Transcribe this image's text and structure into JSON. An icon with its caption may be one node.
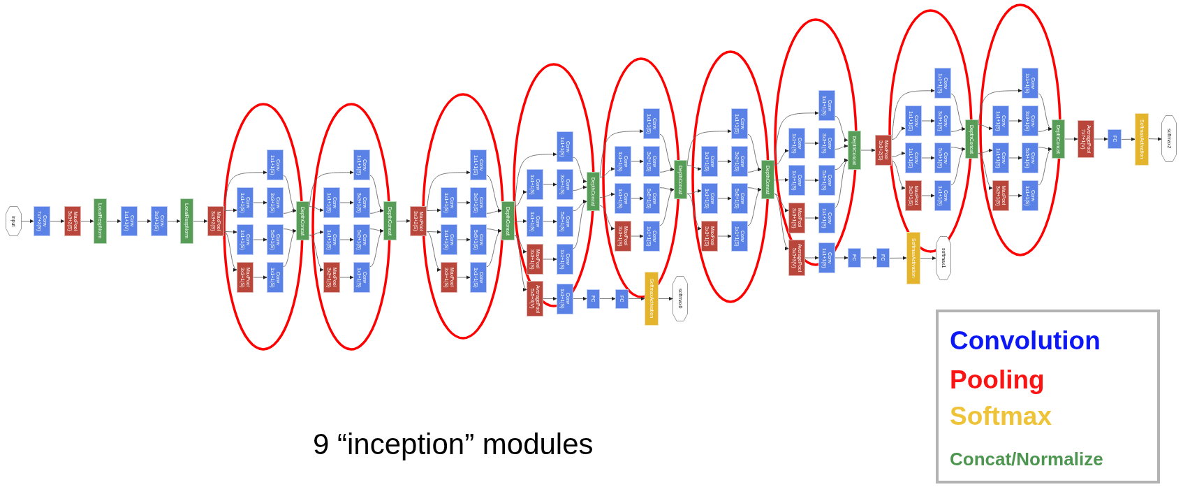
{
  "diagram": {
    "caption": "9 “inception” modules",
    "nodes": [
      {
        "text": [
          "input"
        ]
      },
      {
        "text": [
          "Conv 7x7+2(S)"
        ]
      },
      {
        "text": [
          "MaxPool 3x3+2(S)"
        ]
      },
      {
        "text": [
          "LocalRespNorm"
        ]
      },
      {
        "text": [
          "Conv 1x1+1(V)"
        ]
      },
      {
        "text": [
          "Conv 3x3+1(S)"
        ]
      },
      {
        "text": [
          "LocalRespNorm"
        ]
      },
      {
        "text": [
          "MaxPool 3x3+2(S)"
        ]
      },
      {
        "text": [],
        "shape": "ellipse"
      },
      {
        "text": [
          "Conv 1x1+1(S)"
        ],
        "in": 8
      },
      {
        "text": [
          "Conv 1x1+1(S)"
        ],
        "in": 8
      },
      {
        "text": [
          "Conv 3x3+1(S)"
        ],
        "in": 8
      },
      {
        "text": [
          "Conv 1x1+1(S)"
        ],
        "in": 8
      },
      {
        "text": [
          "Conv 5x5+1(S)"
        ],
        "in": 8
      },
      {
        "text": [
          "MaxPool 3x3+1(S)"
        ],
        "in": 8
      },
      {
        "text": [
          "Conv 1x1+1(S)"
        ],
        "in": 8
      },
      {
        "text": [
          "DepthConcat"
        ]
      },
      {
        "text": [],
        "shape": "ellipse"
      },
      {
        "text": [
          "Conv 1x1+1(S)"
        ],
        "in": 17
      },
      {
        "text": [
          "Conv 1x1+1(S)"
        ],
        "in": 17
      },
      {
        "text": [
          "Conv 3x3+1(S)"
        ],
        "in": 17
      },
      {
        "text": [
          "Conv 1x1+1(S)"
        ],
        "in": 17
      },
      {
        "text": [
          "Conv 5x5+1(S)"
        ],
        "in": 17
      },
      {
        "text": [
          "MaxPool 3x3+1(S)"
        ],
        "in": 17
      },
      {
        "text": [
          "Conv 1x1+1(S)"
        ],
        "in": 17
      },
      {
        "text": [
          "DepthConcat"
        ]
      },
      {
        "text": [
          "MaxPool 3x3+2(S)"
        ]
      },
      {
        "text": [],
        "shape": "ellipse"
      },
      {
        "text": [
          "Conv 1x1+1(S)"
        ],
        "in": 27
      },
      {
        "text": [
          "Conv 1x1+1(S)"
        ],
        "in": 27
      },
      {
        "text": [
          "Conv 3x3+1(S)"
        ],
        "in": 27
      },
      {
        "text": [
          "Conv 1x1+1(S)"
        ],
        "in": 27
      },
      {
        "text": [
          "Conv 5x5+1(S)"
        ],
        "in": 27
      },
      {
        "text": [
          "MaxPool 3x3+1(S)"
        ],
        "in": 27
      },
      {
        "text": [
          "Conv 1x1+1(S)"
        ],
        "in": 27
      },
      {
        "text": [
          "DepthConcat"
        ]
      },
      {
        "text": [],
        "shape": "ellipse"
      },
      {
        "text": [
          "Conv 1x1+1(S)"
        ],
        "in": 36
      },
      {
        "text": [
          "Conv 1x1+1(S)"
        ],
        "in": 36
      },
      {
        "text": [
          "Conv 3x3+1(S)"
        ],
        "in": 36
      },
      {
        "text": [
          "Conv 1x1+1(S)"
        ],
        "in": 36
      },
      {
        "text": [
          "Conv 5x5+1(S)"
        ],
        "in": 36
      },
      {
        "text": [
          "MaxPool 3x3+1(S)"
        ],
        "in": 36
      },
      {
        "text": [
          "Conv 1x1+1(S)"
        ],
        "in": 36
      },
      {
        "text": [
          "DepthConcat"
        ]
      },
      {
        "text": [
          "AveragePool 5x5+3(V)"
        ]
      },
      {
        "text": [
          "Conv 1x1+1(S)"
        ]
      },
      {
        "text": [
          "FC"
        ]
      },
      {
        "text": [
          "FC"
        ]
      },
      {
        "text": [
          "SoftmaxActivation"
        ]
      },
      {
        "text": [
          "softmax0"
        ]
      },
      {
        "text": [],
        "shape": "ellipse"
      },
      {
        "text": [
          "Conv 1x1+1(S)"
        ],
        "in": 51
      },
      {
        "text": [
          "Conv 1x1+1(S)"
        ],
        "in": 51
      },
      {
        "text": [
          "Conv 3x3+1(S)"
        ],
        "in": 51
      },
      {
        "text": [
          "Conv 1x1+1(S)"
        ],
        "in": 51
      },
      {
        "text": [
          "Conv 5x5+1(S)"
        ],
        "in": 51
      },
      {
        "text": [
          "MaxPool 3x3+1(S)"
        ],
        "in": 51
      },
      {
        "text": [
          "Conv 1x1+1(S)"
        ],
        "in": 51
      },
      {
        "text": [
          "DepthConcat"
        ]
      },
      {
        "text": [],
        "shape": "ellipse"
      },
      {
        "text": [
          "Conv 1x1+1(S)"
        ],
        "in": 60
      },
      {
        "text": [
          "Conv 1x1+1(S)"
        ],
        "in": 60
      },
      {
        "text": [
          "Conv 3x3+1(S)"
        ],
        "in": 60
      },
      {
        "text": [
          "Conv 1x1+1(S)"
        ],
        "in": 60
      },
      {
        "text": [
          "Conv 5x5+1(S)"
        ],
        "in": 60
      },
      {
        "text": [
          "MaxPool 3x3+1(S)"
        ],
        "in": 60
      },
      {
        "text": [
          "Conv 1x1+1(S)"
        ],
        "in": 60
      },
      {
        "text": [
          "DepthConcat"
        ]
      },
      {
        "text": [],
        "shape": "ellipse"
      },
      {
        "text": [
          "Conv 1x1+1(S)"
        ],
        "in": 69
      },
      {
        "text": [
          "Conv 1x1+1(S)"
        ],
        "in": 69
      },
      {
        "text": [
          "Conv 3x3+1(S)"
        ],
        "in": 69
      },
      {
        "text": [
          "Conv 1x1+1(S)"
        ],
        "in": 69
      },
      {
        "text": [
          "Conv 5x5+1(S)"
        ],
        "in": 69
      },
      {
        "text": [
          "MaxPool 3x3+1(S)"
        ],
        "in": 69
      },
      {
        "text": [
          "Conv 1x1+1(S)"
        ],
        "in": 69
      },
      {
        "text": [
          "DepthConcat"
        ]
      },
      {
        "text": [
          "AveragePool 5x5+3(V)"
        ]
      },
      {
        "text": [
          "Conv 1x1+1(S)"
        ]
      },
      {
        "text": [
          "FC"
        ]
      },
      {
        "text": [
          "FC"
        ]
      },
      {
        "text": [
          "SoftmaxActivation"
        ]
      },
      {
        "text": [
          "softmax1"
        ]
      },
      {
        "text": [
          "MaxPool 3x3+2(S)"
        ]
      },
      {
        "text": [],
        "shape": "ellipse"
      },
      {
        "text": [
          "Conv 1x1+1(S)"
        ],
        "in": 85
      },
      {
        "text": [
          "Conv 1x1+1(S)"
        ],
        "in": 85
      },
      {
        "text": [
          "Conv 3x3+1(S)"
        ],
        "in": 85
      },
      {
        "text": [
          "Conv 1x1+1(S)"
        ],
        "in": 85
      },
      {
        "text": [
          "Conv 5x5+1(S)"
        ],
        "in": 85
      },
      {
        "text": [
          "MaxPool 3x3+1(S)"
        ],
        "in": 85
      },
      {
        "text": [
          "Conv 1x1+1(S)"
        ],
        "in": 85
      },
      {
        "text": [
          "DepthConcat"
        ]
      },
      {
        "text": [],
        "shape": "ellipse"
      },
      {
        "text": [
          "Conv 1x1+1(S)"
        ],
        "in": 94
      },
      {
        "text": [
          "Conv 1x1+1(S)"
        ],
        "in": 94
      },
      {
        "text": [
          "Conv 3x3+1(S)"
        ],
        "in": 94
      },
      {
        "text": [
          "Conv 1x1+1(S)"
        ],
        "in": 94
      },
      {
        "text": [
          "Conv 5x5+1(S)"
        ],
        "in": 94
      },
      {
        "text": [
          "MaxPool 3x3+1(S)"
        ],
        "in": 94
      },
      {
        "text": [
          "Conv 1x1+1(S)"
        ],
        "in": 94
      },
      {
        "text": [
          "DepthConcat"
        ]
      },
      {
        "text": [
          "AveragePool 7x7+1(V)"
        ]
      },
      {
        "text": [
          "FC"
        ]
      },
      {
        "text": [
          "SoftmaxActivation"
        ]
      },
      {
        "text": [
          "softmax2"
        ]
      }
    ],
    "edges": [
      {
        "from": 0,
        "to": 1,
        "arrow": "to"
      },
      {
        "from": 1,
        "to": 2,
        "arrow": "to"
      },
      {
        "from": 2,
        "to": 3,
        "arrow": "to"
      },
      {
        "from": 3,
        "to": 4,
        "arrow": "to"
      },
      {
        "from": 4,
        "to": 5,
        "arrow": "to"
      },
      {
        "from": 5,
        "to": 6,
        "arrow": "to"
      },
      {
        "from": 6,
        "to": 7,
        "arrow": "to"
      },
      {
        "from": 7,
        "to": 9,
        "arrow": "to"
      },
      {
        "from": 7,
        "to": 10,
        "arrow": "to"
      },
      {
        "from": 7,
        "to": 12,
        "arrow": "to"
      },
      {
        "from": 7,
        "to": 14,
        "arrow": "to"
      },
      {
        "from": 10,
        "to": 11,
        "arrow": "to"
      },
      {
        "from": 12,
        "to": 13,
        "arrow": "to"
      },
      {
        "from": 14,
        "to": 15,
        "arrow": "to"
      },
      {
        "from": 9,
        "to": 16,
        "arrow": "to"
      },
      {
        "from": 11,
        "to": 16,
        "arrow": "to"
      },
      {
        "from": 13,
        "to": 16,
        "arrow": "to"
      },
      {
        "from": 15,
        "to": 16,
        "arrow": "to"
      },
      {
        "from": 16,
        "to": 18,
        "arrow": "to"
      },
      {
        "from": 16,
        "to": 19,
        "arrow": "to"
      },
      {
        "from": 16,
        "to": 21,
        "arrow": "to"
      },
      {
        "from": 16,
        "to": 23,
        "arrow": "to"
      },
      {
        "from": 19,
        "to": 20,
        "arrow": "to"
      },
      {
        "from": 21,
        "to": 22,
        "arrow": "to"
      },
      {
        "from": 23,
        "to": 24,
        "arrow": "to"
      },
      {
        "from": 18,
        "to": 25,
        "arrow": "to"
      },
      {
        "from": 20,
        "to": 25,
        "arrow": "to"
      },
      {
        "from": 22,
        "to": 25,
        "arrow": "to"
      },
      {
        "from": 24,
        "to": 25,
        "arrow": "to"
      },
      {
        "from": 25,
        "to": 26,
        "arrow": "to"
      },
      {
        "from": 26,
        "to": 28,
        "arrow": "to"
      },
      {
        "from": 26,
        "to": 29,
        "arrow": "to"
      },
      {
        "from": 26,
        "to": 31,
        "arrow": "to"
      },
      {
        "from": 26,
        "to": 33,
        "arrow": "to"
      },
      {
        "from": 29,
        "to": 30,
        "arrow": "to"
      },
      {
        "from": 31,
        "to": 32,
        "arrow": "to"
      },
      {
        "from": 33,
        "to": 34,
        "arrow": "to"
      },
      {
        "from": 28,
        "to": 35,
        "arrow": "to"
      },
      {
        "from": 30,
        "to": 35,
        "arrow": "to"
      },
      {
        "from": 32,
        "to": 35,
        "arrow": "to"
      },
      {
        "from": 34,
        "to": 35,
        "arrow": "to"
      },
      {
        "from": 35,
        "to": 37,
        "arrow": "to"
      },
      {
        "from": 35,
        "to": 38,
        "arrow": "to"
      },
      {
        "from": 35,
        "to": 40,
        "arrow": "to"
      },
      {
        "from": 35,
        "to": 42,
        "arrow": "to"
      },
      {
        "from": 38,
        "to": 39,
        "arrow": "to"
      },
      {
        "from": 40,
        "to": 41,
        "arrow": "to"
      },
      {
        "from": 42,
        "to": 43,
        "arrow": "to"
      },
      {
        "from": 37,
        "to": 44,
        "arrow": "to"
      },
      {
        "from": 39,
        "to": 44,
        "arrow": "to"
      },
      {
        "from": 41,
        "to": 44,
        "arrow": "to"
      },
      {
        "from": 43,
        "to": 44,
        "arrow": "to"
      },
      {
        "from": 35,
        "to": 45,
        "arrow": "to"
      },
      {
        "from": 45,
        "to": 46,
        "arrow": "to"
      },
      {
        "from": 46,
        "to": 47,
        "arrow": "to"
      },
      {
        "from": 47,
        "to": 48,
        "arrow": "to"
      },
      {
        "from": 48,
        "to": 49,
        "arrow": "to"
      },
      {
        "from": 49,
        "to": 50,
        "arrow": "to"
      },
      {
        "from": 44,
        "to": 52,
        "arrow": "to"
      },
      {
        "from": 44,
        "to": 53,
        "arrow": "to"
      },
      {
        "from": 44,
        "to": 55,
        "arrow": "to"
      },
      {
        "from": 44,
        "to": 57,
        "arrow": "to"
      },
      {
        "from": 53,
        "to": 54,
        "arrow": "to"
      },
      {
        "from": 55,
        "to": 56,
        "arrow": "to"
      },
      {
        "from": 57,
        "to": 58,
        "arrow": "to"
      },
      {
        "from": 52,
        "to": 59,
        "arrow": "to"
      },
      {
        "from": 54,
        "to": 59,
        "arrow": "to"
      },
      {
        "from": 56,
        "to": 59,
        "arrow": "to"
      },
      {
        "from": 58,
        "to": 59,
        "arrow": "to"
      },
      {
        "from": 59,
        "to": 61,
        "arrow": "to"
      },
      {
        "from": 59,
        "to": 62,
        "arrow": "to"
      },
      {
        "from": 59,
        "to": 64,
        "arrow": "to"
      },
      {
        "from": 59,
        "to": 66,
        "arrow": "to"
      },
      {
        "from": 62,
        "to": 63,
        "arrow": "to"
      },
      {
        "from": 64,
        "to": 65,
        "arrow": "to"
      },
      {
        "from": 66,
        "to": 67,
        "arrow": "to"
      },
      {
        "from": 61,
        "to": 68,
        "arrow": "to"
      },
      {
        "from": 63,
        "to": 68,
        "arrow": "to"
      },
      {
        "from": 65,
        "to": 68,
        "arrow": "to"
      },
      {
        "from": 67,
        "to": 68,
        "arrow": "to"
      },
      {
        "from": 68,
        "to": 70,
        "arrow": "to"
      },
      {
        "from": 68,
        "to": 71,
        "arrow": "to"
      },
      {
        "from": 68,
        "to": 73,
        "arrow": "to"
      },
      {
        "from": 68,
        "to": 75,
        "arrow": "to"
      },
      {
        "from": 71,
        "to": 72,
        "arrow": "to"
      },
      {
        "from": 73,
        "to": 74,
        "arrow": "to"
      },
      {
        "from": 75,
        "to": 76,
        "arrow": "to"
      },
      {
        "from": 70,
        "to": 77,
        "arrow": "to"
      },
      {
        "from": 72,
        "to": 77,
        "arrow": "to"
      },
      {
        "from": 74,
        "to": 77,
        "arrow": "to"
      },
      {
        "from": 76,
        "to": 77,
        "arrow": "to"
      },
      {
        "from": 68,
        "to": 78,
        "arrow": "to"
      },
      {
        "from": 78,
        "to": 79,
        "arrow": "to"
      },
      {
        "from": 79,
        "to": 80,
        "arrow": "to"
      },
      {
        "from": 80,
        "to": 81,
        "arrow": "to"
      },
      {
        "from": 81,
        "to": 82,
        "arrow": "to"
      },
      {
        "from": 82,
        "to": 83,
        "arrow": "to"
      },
      {
        "from": 77,
        "to": 84,
        "arrow": "to"
      },
      {
        "from": 84,
        "to": 86,
        "arrow": "to"
      },
      {
        "from": 84,
        "to": 87,
        "arrow": "to"
      },
      {
        "from": 84,
        "to": 89,
        "arrow": "to"
      },
      {
        "from": 84,
        "to": 91,
        "arrow": "to"
      },
      {
        "from": 87,
        "to": 88,
        "arrow": "to"
      },
      {
        "from": 89,
        "to": 90,
        "arrow": "to"
      },
      {
        "from": 91,
        "to": 92,
        "arrow": "to"
      },
      {
        "from": 86,
        "to": 93,
        "arrow": "to"
      },
      {
        "from": 88,
        "to": 93,
        "arrow": "to"
      },
      {
        "from": 90,
        "to": 93,
        "arrow": "to"
      },
      {
        "from": 92,
        "to": 93,
        "arrow": "to"
      },
      {
        "from": 93,
        "to": 95,
        "arrow": "to"
      },
      {
        "from": 93,
        "to": 96,
        "arrow": "to"
      },
      {
        "from": 93,
        "to": 98,
        "arrow": "to"
      },
      {
        "from": 93,
        "to": 100,
        "arrow": "to"
      },
      {
        "from": 96,
        "to": 97,
        "arrow": "to"
      },
      {
        "from": 98,
        "to": 99,
        "arrow": "to"
      },
      {
        "from": 100,
        "to": 101,
        "arrow": "to"
      },
      {
        "from": 95,
        "to": 102,
        "arrow": "to"
      },
      {
        "from": 97,
        "to": 102,
        "arrow": "to"
      },
      {
        "from": 99,
        "to": 102,
        "arrow": "to"
      },
      {
        "from": 101,
        "to": 102,
        "arrow": "to"
      },
      {
        "from": 102,
        "to": 103,
        "arrow": "to"
      },
      {
        "from": 103,
        "to": 104,
        "arrow": "to"
      },
      {
        "from": 104,
        "to": 105,
        "arrow": "to"
      },
      {
        "from": 105,
        "to": 106,
        "arrow": "to"
      }
    ],
    "legend": [
      {
        "text": "Convolution",
        "color": "#0b18f5"
      },
      {
        "text": "Pooling",
        "color": "#fb1414"
      },
      {
        "text": "Softmax",
        "color": "#efc337"
      },
      {
        "text": "Concat/Normalize",
        "color": "#4d9650"
      }
    ]
  }
}
